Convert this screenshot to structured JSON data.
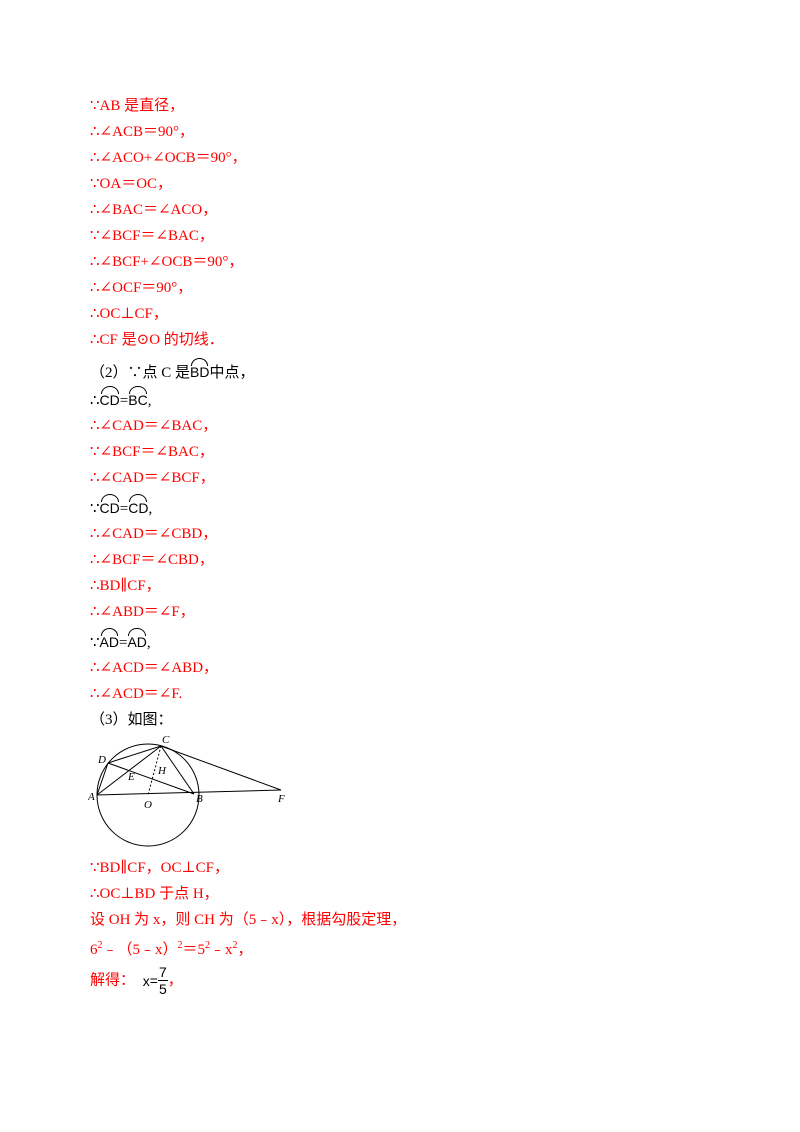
{
  "lines1": [
    "∵AB 是直径，",
    "∴∠ACB＝90°，",
    "∴∠ACO+∠OCB＝90°，",
    "∵OA＝OC，",
    "∴∠BAC＝∠ACO，",
    "∵∠BCF＝∠BAC，",
    "∴∠BCF+∠OCB＝90°，",
    "∴∠OCF＝90°，",
    "∴OC⊥CF，",
    "∴CF 是⊙O 的切线．"
  ],
  "part2": {
    "prefix": "（2）∵点 C 是",
    "arc": "BD",
    "suffix": "中点，"
  },
  "arc_eq1": {
    "prefix": "∴",
    "a": "CD",
    "b": "BC",
    "suffix": ","
  },
  "lines2": [
    "∴∠CAD＝∠BAC，",
    "∵∠BCF＝∠BAC，",
    "∴∠CAD＝∠BCF，"
  ],
  "arc_eq2": {
    "prefix": "∵",
    "a": "CD",
    "b": "CD",
    "suffix": ","
  },
  "lines3": [
    "∴∠CAD＝∠CBD，",
    "∴∠BCF＝∠CBD，",
    "∴BD∥CF，",
    "∴∠ABD＝∠F，"
  ],
  "arc_eq3": {
    "prefix": "∵",
    "a": "AD",
    "b": "AD",
    "suffix": ","
  },
  "lines4": [
    "∴∠ACD＝∠ABD，",
    "∴∠ACD＝∠F."
  ],
  "part3": "（3）如图：",
  "diagram_labels": {
    "C": "C",
    "D": "D",
    "H": "H",
    "E": "E",
    "A": "A",
    "O": "O",
    "B": "B",
    "F": "F"
  },
  "lines5": [
    "∵BD∥CF，OC⊥CF，",
    "∴OC⊥BD 于点 H，"
  ],
  "line_set": "设 OH 为 x，则 CH 为（5﹣x），根据勾股定理，",
  "eq": {
    "a": "6",
    "exp": "2",
    "b": "﹣（5﹣x）",
    "c": "＝5",
    "d": "﹣x",
    "e": "，"
  },
  "solve": {
    "label": "解得：",
    "var": "x",
    "num": "7",
    "den": "5",
    "suffix": "，"
  }
}
